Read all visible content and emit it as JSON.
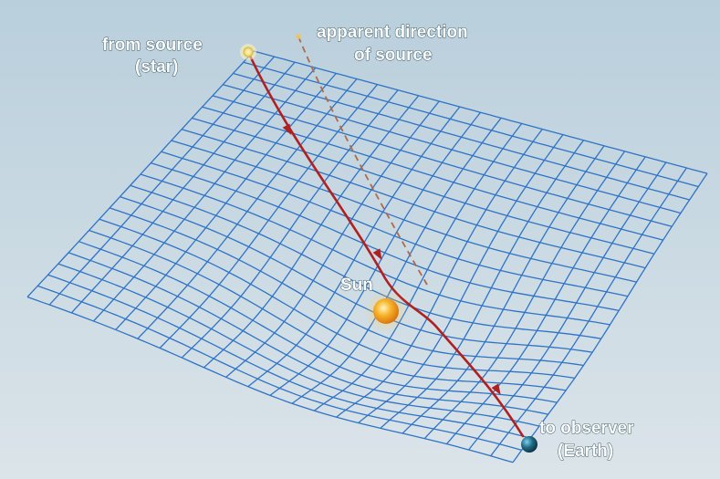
{
  "labels": {
    "source_line1": "from source",
    "source_line2": "(star)",
    "apparent_line1": "apparent direction",
    "apparent_line2": "of source",
    "sun": "Sun",
    "observer_line1": "to observer",
    "observer_line2": "(Earth)"
  },
  "colors": {
    "background_top": "#b9cfdc",
    "background_bottom": "#dbe4e9",
    "grid": "#2f73c6",
    "light_path": "#b02020",
    "apparent_path": "#b06a4a",
    "sun": "#f5a01c",
    "star": "#f6e27a",
    "earth": "#1f5f7a"
  },
  "icons": {
    "star": "star-icon",
    "sun": "sun-icon",
    "earth": "earth-icon"
  }
}
